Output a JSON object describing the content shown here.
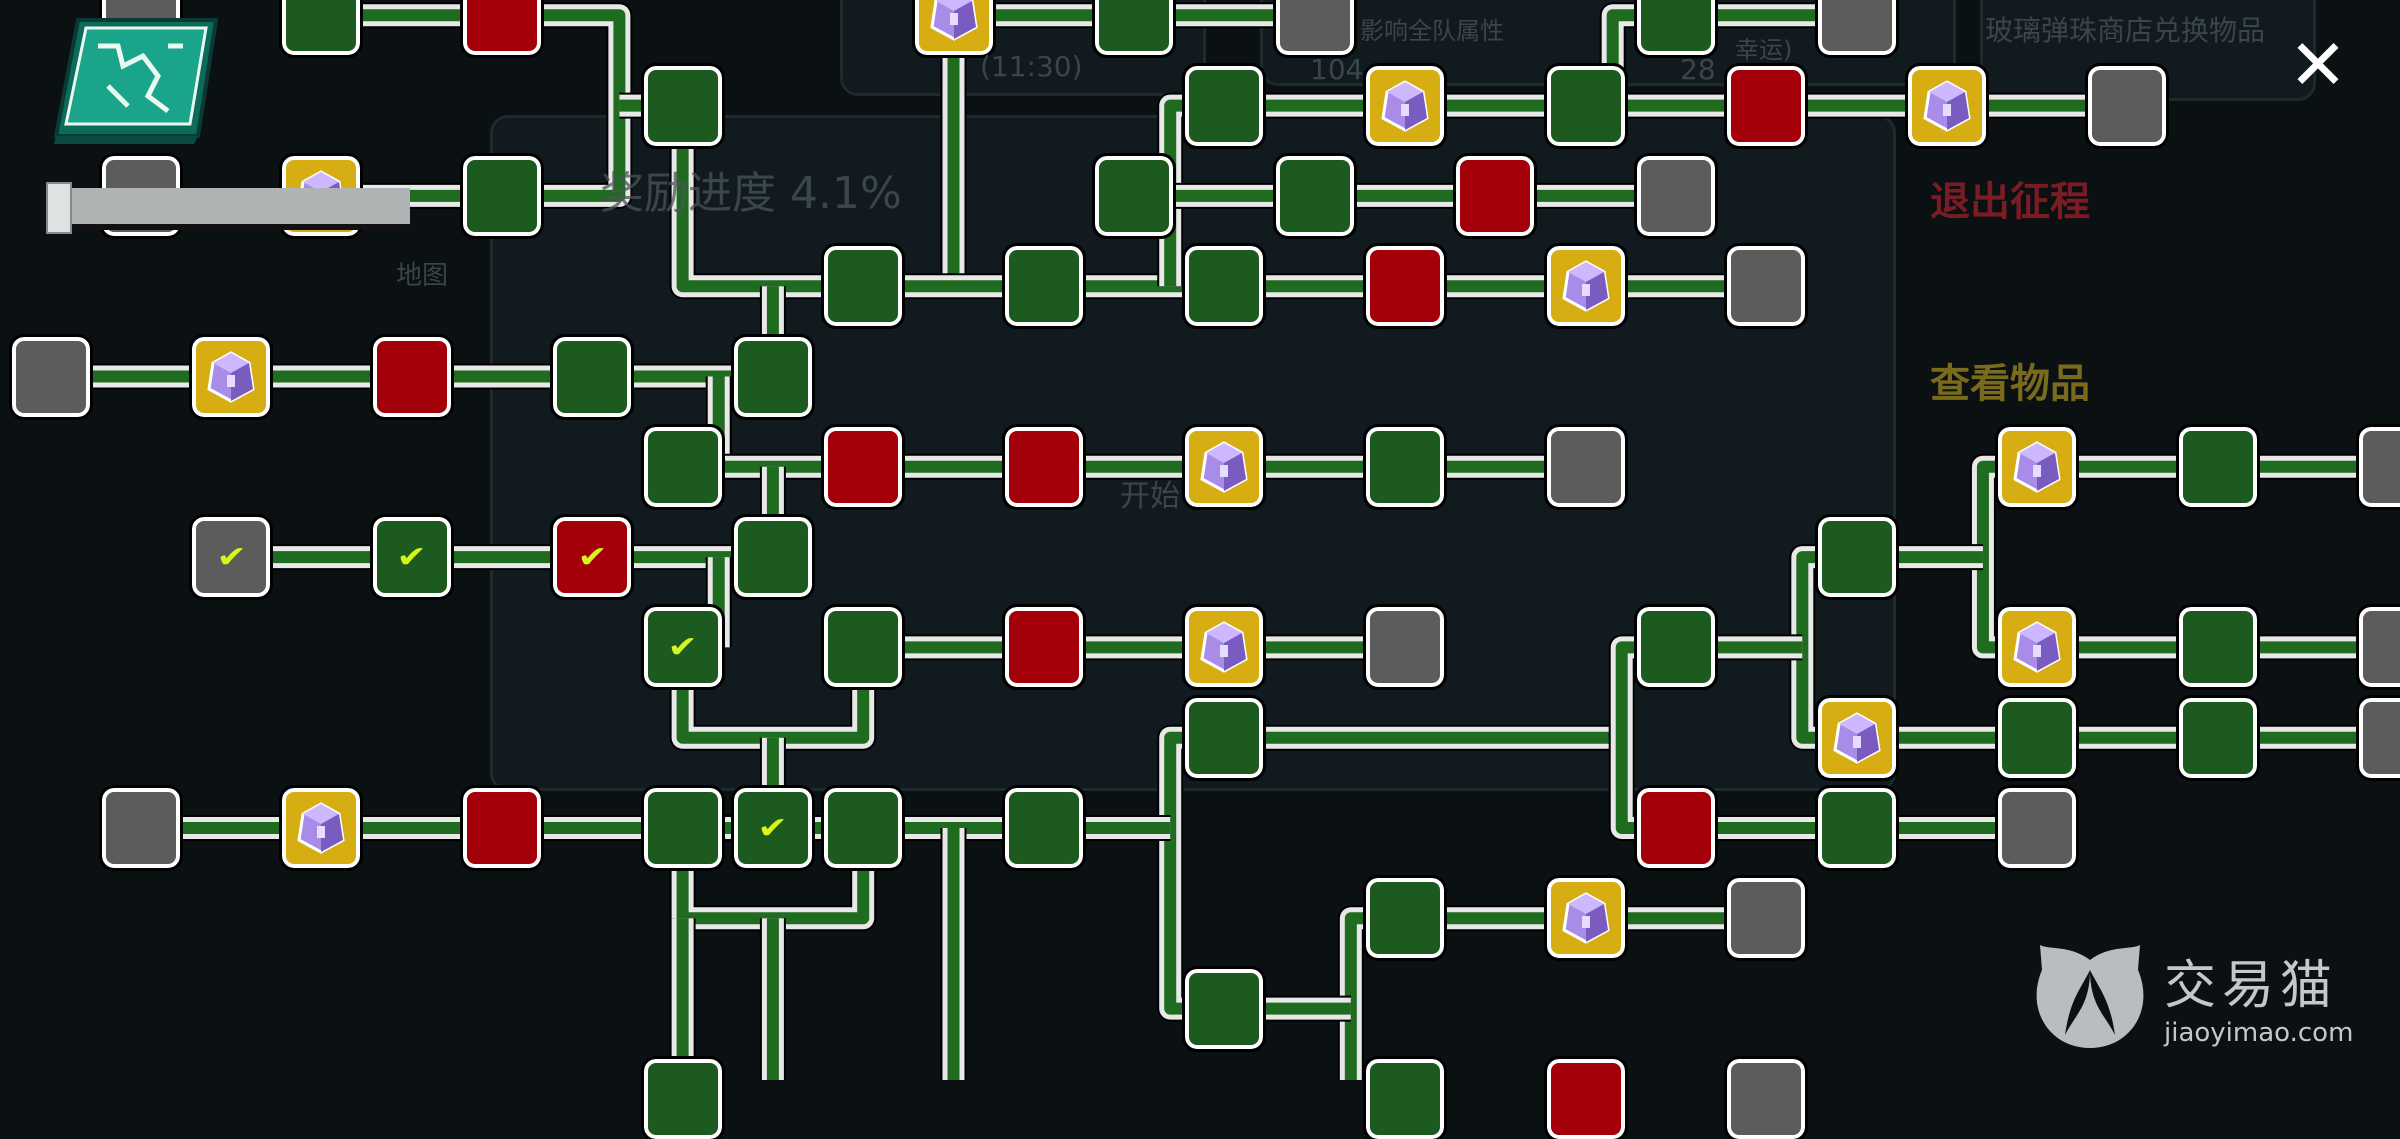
{
  "background": {
    "reward_progress": "奖励进度 4.1%",
    "map_label": "地图",
    "exit_label": "退出征程",
    "view_items_label": "查看物品",
    "team_attr": "影响全队属性",
    "marble_shop": "玻璃弹珠商店兑换物品",
    "timer": "(11:30)",
    "stat_a": "104",
    "stat_b": "28",
    "start_label": "开始",
    "lucky": "幸运)"
  },
  "controls": {
    "close_label": "✕",
    "zoom_slider_value": 0
  },
  "colors": {
    "green": "#1c5a1f",
    "red": "#a3000a",
    "gray": "#5c5c5c",
    "gold": "#d6ad12",
    "check": "#d6f51c",
    "path": "#1f6b1f"
  },
  "map": {
    "check_glyph": "✔",
    "nodes": [
      {
        "type": "gray"
      },
      {
        "type": "green"
      },
      {
        "type": "red"
      },
      {
        "type": "chest"
      },
      {
        "type": "green"
      },
      {
        "type": "gray"
      },
      {
        "type": "green"
      },
      {
        "type": "gray"
      },
      {
        "type": "green"
      },
      {
        "type": "green"
      },
      {
        "type": "chest"
      },
      {
        "type": "green"
      },
      {
        "type": "red"
      },
      {
        "type": "chest"
      },
      {
        "type": "gray"
      },
      {
        "type": "gray"
      },
      {
        "type": "chest"
      },
      {
        "type": "green"
      },
      {
        "type": "green"
      },
      {
        "type": "green"
      },
      {
        "type": "red"
      },
      {
        "type": "gray"
      },
      {
        "type": "green"
      },
      {
        "type": "green"
      },
      {
        "type": "green"
      },
      {
        "type": "red"
      },
      {
        "type": "chest"
      },
      {
        "type": "gray"
      },
      {
        "type": "gray"
      },
      {
        "type": "chest"
      },
      {
        "type": "red"
      },
      {
        "type": "green"
      },
      {
        "type": "green"
      },
      {
        "type": "green"
      },
      {
        "type": "red"
      },
      {
        "type": "red"
      },
      {
        "type": "chest"
      },
      {
        "type": "green"
      },
      {
        "type": "gray"
      },
      {
        "type": "chest"
      },
      {
        "type": "green"
      },
      {
        "type": "gray"
      },
      {
        "type": "gray",
        "done": true
      },
      {
        "type": "green",
        "done": true
      },
      {
        "type": "red",
        "done": true
      },
      {
        "type": "green"
      },
      {
        "type": "green"
      },
      {
        "type": "green",
        "done": true
      },
      {
        "type": "green"
      },
      {
        "type": "red"
      },
      {
        "type": "chest"
      },
      {
        "type": "gray"
      },
      {
        "type": "green"
      },
      {
        "type": "chest"
      },
      {
        "type": "green"
      },
      {
        "type": "gray"
      },
      {
        "type": "green"
      },
      {
        "type": "chest"
      },
      {
        "type": "green"
      },
      {
        "type": "green"
      },
      {
        "type": "gray"
      },
      {
        "type": "gray"
      },
      {
        "type": "chest"
      },
      {
        "type": "red"
      },
      {
        "type": "green"
      },
      {
        "type": "green",
        "done": true
      },
      {
        "type": "green"
      },
      {
        "type": "green"
      },
      {
        "type": "red"
      },
      {
        "type": "green"
      },
      {
        "type": "gray"
      },
      {
        "type": "green"
      },
      {
        "type": "chest"
      },
      {
        "type": "gray"
      },
      {
        "type": "green"
      },
      {
        "type": "green"
      },
      {
        "type": "green"
      },
      {
        "type": "red"
      },
      {
        "type": "gray"
      }
    ]
  },
  "watermark": {
    "name": "交易猫",
    "domain": "jiaoyimao.com"
  }
}
